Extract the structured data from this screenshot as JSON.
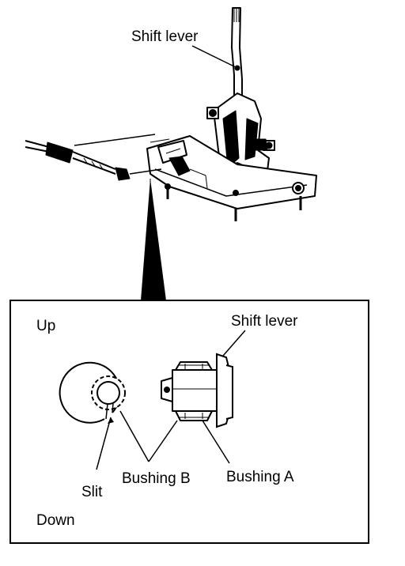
{
  "labels": {
    "shift_lever_top": "Shift lever",
    "up": "Up",
    "shift_lever_detail": "Shift lever",
    "slit": "Slit",
    "bushing_b": "Bushing B",
    "bushing_a": "Bushing A",
    "down": "Down"
  }
}
